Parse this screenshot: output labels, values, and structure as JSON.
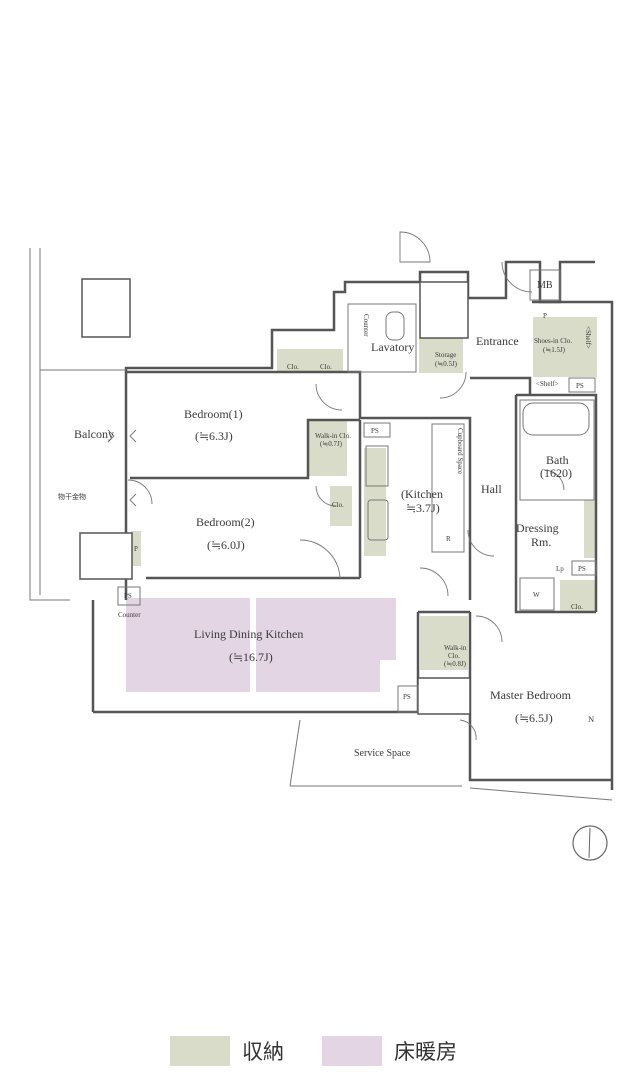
{
  "rooms": {
    "balcony": "Balcony",
    "bedroom1": "Bedroom(1)",
    "bedroom1_area": "(≒6.3J)",
    "bedroom2": "Bedroom(2)",
    "bedroom2_area": "(≒6.0J)",
    "ldk": "Living Dining Kitchen",
    "ldk_area": "(≒16.7J)",
    "kitchen": "(Kitchen",
    "kitchen_area": "≒3.7J)",
    "lavatory": "Lavatory",
    "entrance": "Entrance",
    "hall": "Hall",
    "bath": "Bath",
    "bath_size": "(1620)",
    "dressing": "Dressing",
    "dressing2": "Rm.",
    "master": "Master Bedroom",
    "master_area": "(≒6.5J)",
    "service": "Service Space"
  },
  "storage": {
    "clo": "Clo.",
    "walkin1": "Walk-in Clo.",
    "walkin1_area": "(≒0.7J)",
    "walkin2": "Walk-in",
    "walkin2b": "Clo.",
    "walkin2_area": "(≒0.8J)",
    "storage": "Storage",
    "storage_area": "(≒0.5J)",
    "shoes": "Shoes-in Clo.",
    "shoes_area": "(≒1.5J)",
    "shelf": "<Shelf>",
    "cupboard": "Cupboard Space",
    "counter": "Counter"
  },
  "marks": {
    "ps": "PS",
    "mb": "MB",
    "p": "P",
    "r": "R",
    "w": "W",
    "lp": "Lp",
    "n": "N",
    "hanger": "物干金物"
  },
  "legend": {
    "storage_label": "収納",
    "storage_color": "#d9dcc9",
    "floorheat_label": "床暖房",
    "floorheat_color": "#e3d5e3"
  }
}
